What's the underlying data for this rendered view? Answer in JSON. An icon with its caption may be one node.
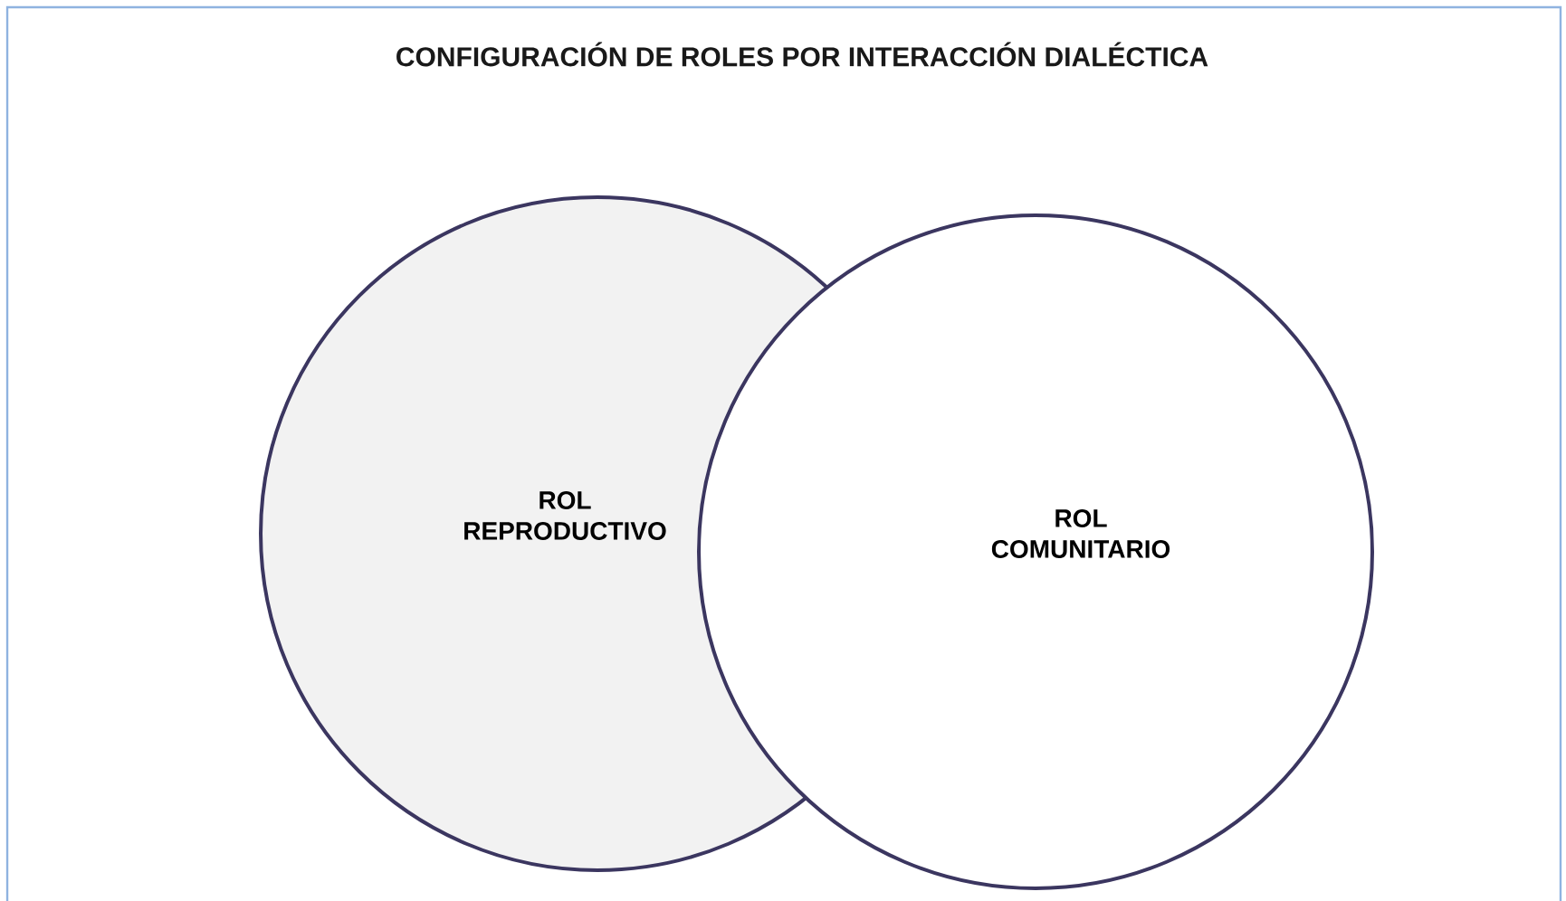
{
  "diagram": {
    "title": "CONFIGURACIÓN DE ROLES POR INTERACCIÓN DIALÉCTICA",
    "nodes": [
      {
        "text": [
          "ROL REPRODUCTIVO"
        ]
      },
      {
        "text": [
          "ROL COMUNITARIO"
        ]
      }
    ]
  }
}
